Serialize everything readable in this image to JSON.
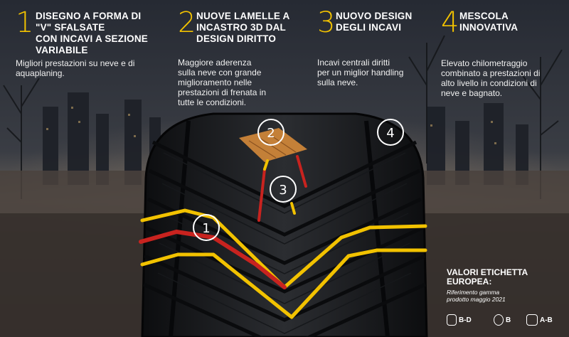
{
  "features": [
    {
      "number": "1",
      "title": "DISEGNO A FORMA DI\n\"V\" SFALSATE\nCON INCAVI A SEZIONE\nVARIABILE",
      "description": "Migliori prestazioni su neve e di\naquaplaning."
    },
    {
      "number": "2",
      "title": "NUOVE LAMELLE A\nINCASTRO 3D DAL\nDESIGN DIRITTO",
      "description": "Maggiore aderenza\nsulla neve con grande\nmiglioramento nelle\nprestazioni di frenata in\ntutte le condizioni."
    },
    {
      "number": "3",
      "title": "NUOVO DESIGN\nDEGLI INCAVI",
      "description": "Incavi centrali diritti\nper un miglior handling\nsulla neve."
    },
    {
      "number": "4",
      "title": "MESCOLA\nINNOVATIVA",
      "description": "Elevato chilometraggio\ncombinato a prestazioni di\nalto livello in condizioni di\nneve e bagnato."
    }
  ],
  "markers": [
    "1",
    "2",
    "3",
    "4"
  ],
  "eu_label": {
    "title": "VALORI ETICHETTA\nEUROPEA:",
    "subtitle": "Riferimento gamma\nprodotto maggio 2021",
    "values": [
      {
        "icon": "fuel-icon",
        "value": "B-D"
      },
      {
        "icon": "wet-grip-icon",
        "value": "B"
      },
      {
        "icon": "noise-icon",
        "value": "A-B"
      }
    ]
  },
  "colors": {
    "accent": "#f2c200",
    "highlight_red": "#c8231f",
    "background": "#1a1d24"
  }
}
